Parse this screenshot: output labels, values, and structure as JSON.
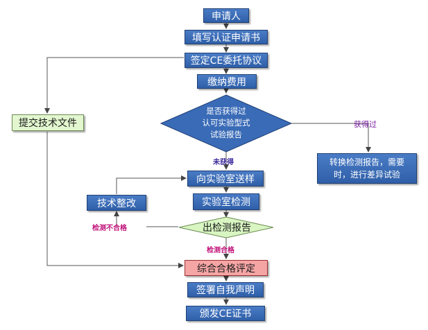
{
  "steps": {
    "applicant": "申请人",
    "fill_form": "填写认证申请书",
    "sign_ce": "签定CE委托协议",
    "pay_fee": "缴纳费用",
    "send_sample": "向实验室送样",
    "lab_test": "实验室检测",
    "comprehensive": "综合合格评定",
    "sign_declaration": "签署自我声明",
    "issue_cert": "颁发CE证书"
  },
  "side": {
    "submit_docs": "提交技术文件",
    "tech_rectify": "技术整改",
    "convert_report": "转换检测报告，需要时，进行差异试验"
  },
  "decisions": {
    "obtained_report": [
      "是否获得过",
      "认可实验型式",
      "试验报告"
    ],
    "test_report": "出检测报告"
  },
  "edge_labels": {
    "obtained": "获得过",
    "not_obtained": "未获得",
    "failed": "检测不合格",
    "passed": "检测合格"
  }
}
